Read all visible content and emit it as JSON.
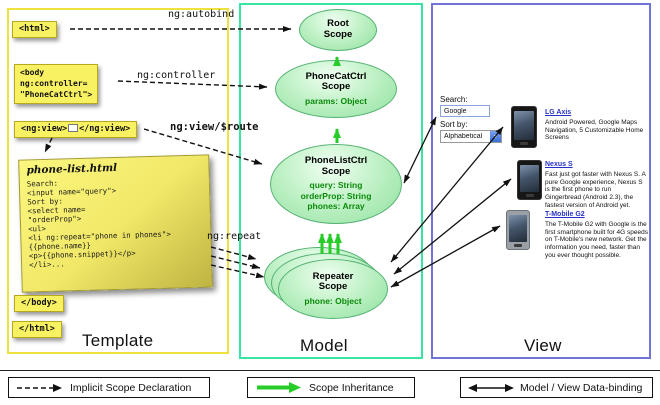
{
  "template_panel": {
    "label": "Template",
    "html_open": "<html>",
    "body_open": "<body\nng:controller=\n\"PhoneCatCtrl\">",
    "ng_view_open": "<ng:view>",
    "ng_view_close": "</ng:view>",
    "phone_list": {
      "title": "phone-list.html",
      "code": "Search:\n<input name=\"query\">\nSort by:\n<select name=\n\"orderProp\">\n<ul>\n<li ng:repeat=\"phone in phones\">\n{{phone.name}}\n<p>{{phone.snippet}}</p>\n</li>..."
    },
    "body_close": "</body>",
    "html_close": "</html>"
  },
  "arrow_labels": {
    "autobind": "ng:autobind",
    "controller": "ng:controller",
    "view_route": "ng:view/$route",
    "repeat": "ng:repeat"
  },
  "model_panel": {
    "label": "Model",
    "scopes": [
      {
        "title": "Root\nScope",
        "props": []
      },
      {
        "title": "PhoneCatCtrl\nScope",
        "props": [
          "params: Object"
        ]
      },
      {
        "title": "PhoneListCtrl\nScope",
        "props": [
          "query: String",
          "orderProp: String",
          "phones: Array"
        ]
      },
      {
        "title": "Repeater\nScope",
        "props": [
          "phone: Object"
        ]
      }
    ]
  },
  "view_panel": {
    "label": "View",
    "search_label": "Search:",
    "search_value": "Google",
    "sort_label": "Sort by:",
    "sort_value": "Alphabetical",
    "select_arrow_icon": "▾",
    "phones": [
      {
        "name": "LG Axis",
        "desc": "Android Powered, Google Maps Navigation, 5 Customizable Home Screens"
      },
      {
        "name": "Nexus S",
        "desc": "Fast just got faster with Nexus S. A pure Google experience, Nexus S is the first phone to run Gingerbread (Android 2.3), the fastest version of Android yet."
      },
      {
        "name": "T-Mobile G2",
        "desc": "The T-Mobile G2 with Google is the first smartphone built for 4G speeds on T-Mobile's new network. Get the information you need, faster than you ever thought possible."
      }
    ]
  },
  "legend": {
    "implicit": "Implicit Scope Declaration",
    "inheritance": "Scope Inheritance",
    "binding": "Model / View Data-binding"
  },
  "colors": {
    "template_border": "#f0e23c",
    "model_border": "#36e5a0",
    "view_border": "#7173d6",
    "code_box_bg": "#f8f262",
    "scope_fill": "#a9e9b4",
    "scope_prop_text": "#0a8a0a",
    "inheritance_arrow": "#28cc28",
    "phone_link": "#2431c8"
  }
}
